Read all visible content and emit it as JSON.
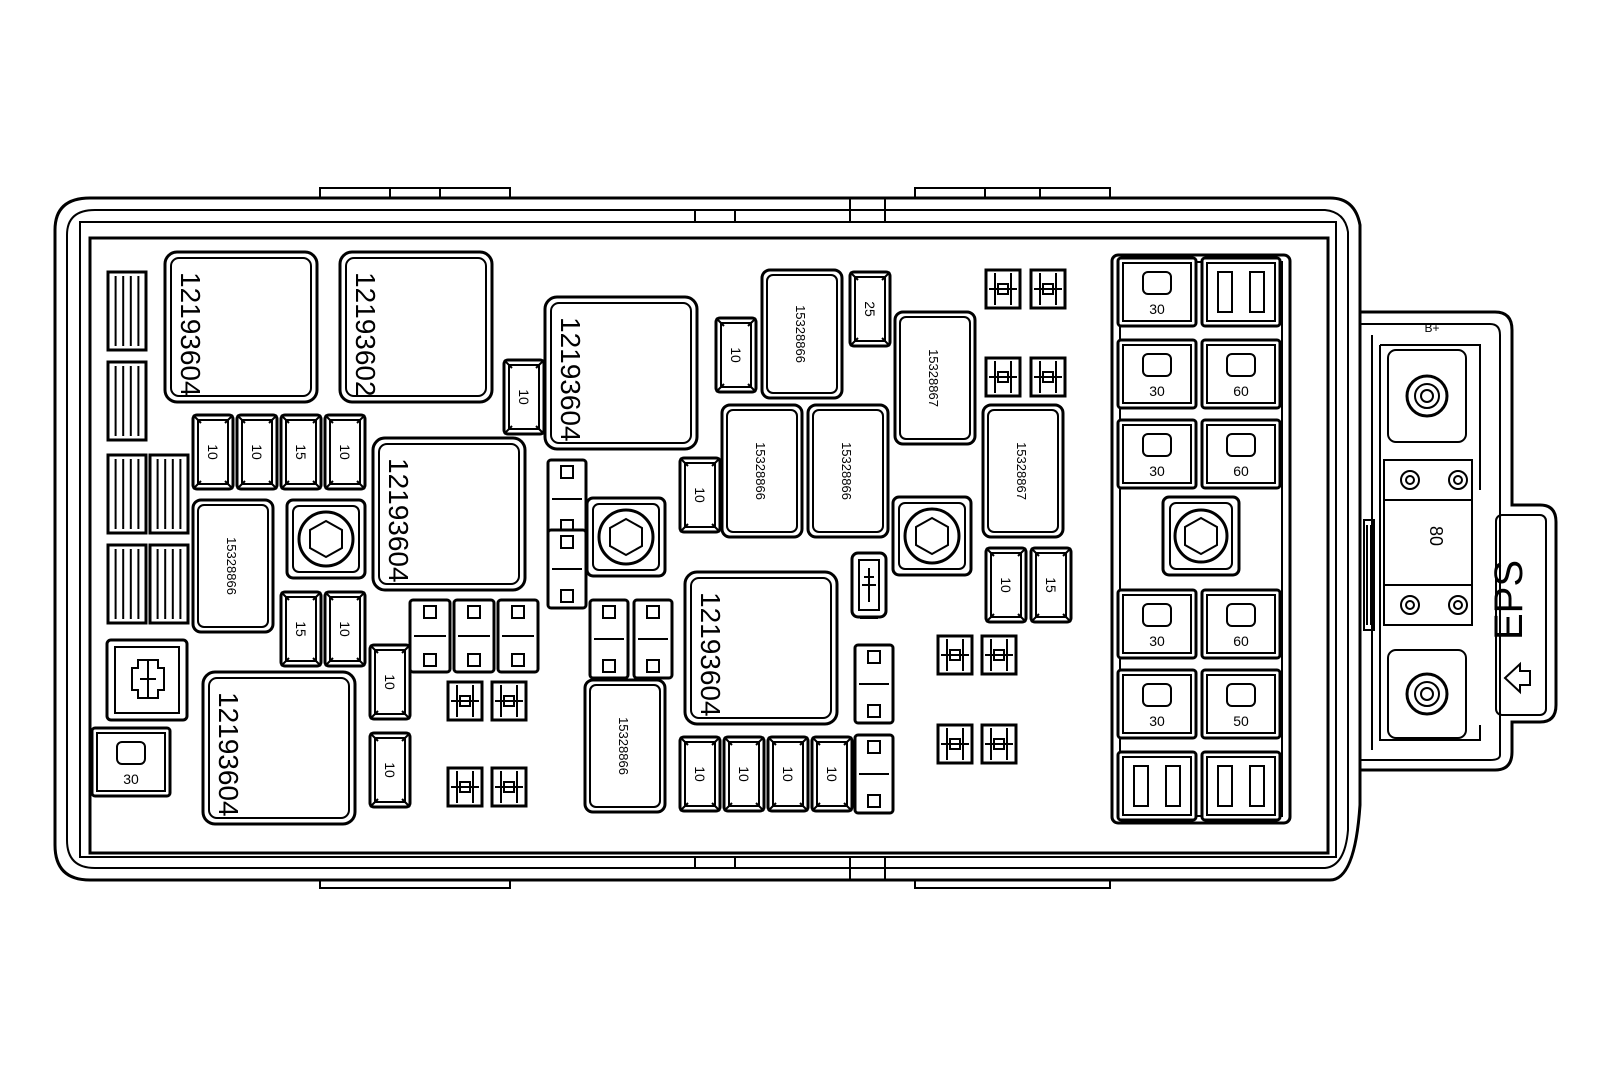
{
  "relays_large": [
    {
      "label": "12193604"
    },
    {
      "label": "12193602"
    },
    {
      "label": "12193604"
    },
    {
      "label": "12193604"
    },
    {
      "label": "12193604"
    },
    {
      "label": "12193604"
    }
  ],
  "relays_small": [
    {
      "label": "15328866"
    },
    {
      "label": "15328867"
    },
    {
      "label": "15328866"
    },
    {
      "label": "15328866"
    },
    {
      "label": "15328867"
    },
    {
      "label": "15328866"
    },
    {
      "label": "15328866"
    }
  ],
  "mini_fuses": [
    {
      "rating": "10"
    },
    {
      "rating": "10"
    },
    {
      "rating": "15"
    },
    {
      "rating": "10"
    },
    {
      "rating": "10"
    },
    {
      "rating": "25"
    },
    {
      "rating": "10"
    },
    {
      "rating": "10"
    },
    {
      "rating": "15"
    },
    {
      "rating": "10"
    },
    {
      "rating": "10"
    },
    {
      "rating": "10"
    },
    {
      "rating": "10"
    },
    {
      "rating": "10"
    },
    {
      "rating": "10"
    },
    {
      "rating": "10"
    },
    {
      "rating": "15"
    },
    {
      "rating": "10"
    }
  ],
  "maxi_fuses": [
    {
      "rating": "30"
    },
    {
      "rating": ""
    },
    {
      "rating": "30"
    },
    {
      "rating": "60"
    },
    {
      "rating": "30"
    },
    {
      "rating": "60"
    },
    {
      "rating": "30"
    },
    {
      "rating": "60"
    },
    {
      "rating": "30"
    },
    {
      "rating": "50"
    },
    {
      "rating": ""
    },
    {
      "rating": ""
    },
    {
      "rating": "30"
    }
  ],
  "terminal": {
    "label": "B+"
  },
  "mega_fuse": {
    "rating": "80"
  },
  "eps_tab": {
    "label": "EPS"
  }
}
